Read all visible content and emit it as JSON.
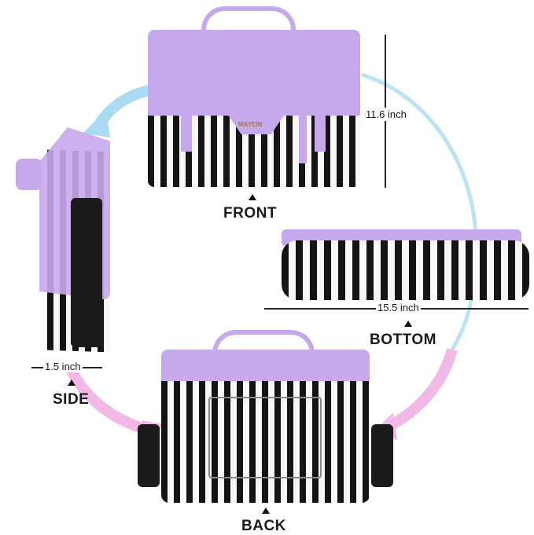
{
  "views": {
    "front": {
      "label": "FRONT"
    },
    "bottom": {
      "label": "BOTTOM"
    },
    "side": {
      "label": "SIDE"
    },
    "back": {
      "label": "BACK"
    }
  },
  "dimensions": {
    "height": "11.6 inch",
    "width": "15.5 inch",
    "depth": "1.5 inch"
  },
  "brand": {
    "logo_text": "MAYEIN"
  },
  "colors": {
    "bag_purple": "#c6a8ec",
    "stripe_black": "#141414",
    "stripe_white": "#f7f7f7",
    "arrow_blue": "#a9dcf2",
    "arrow_pink": "#f2b8e6"
  },
  "icons": {
    "front_pointer": "triangle-up-icon",
    "bottom_pointer": "triangle-up-icon",
    "side_pointer": "triangle-up-icon",
    "back_pointer": "triangle-up-icon"
  }
}
